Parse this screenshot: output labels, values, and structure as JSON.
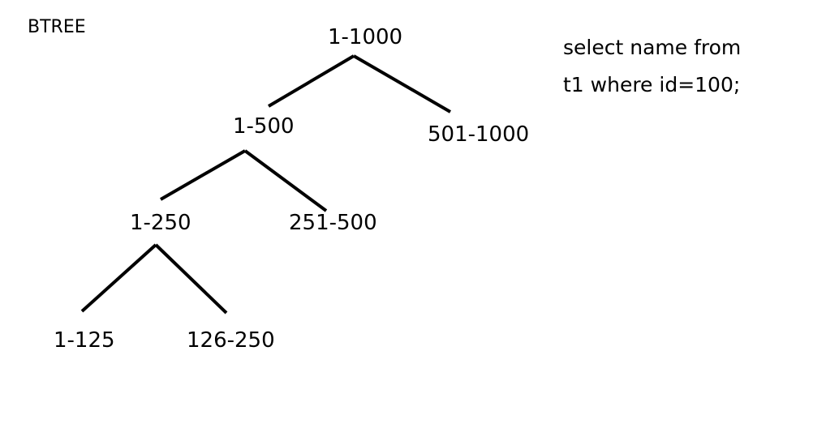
{
  "title": "BTREE",
  "query": {
    "line1": "select name from",
    "line2": "t1 where id=100;"
  },
  "nodes": {
    "root": "1-1000",
    "left": "1-500",
    "right": "501-1000",
    "left_left": "1-250",
    "left_right": "251-500",
    "ll_left": "1-125",
    "ll_right": "126-250"
  }
}
